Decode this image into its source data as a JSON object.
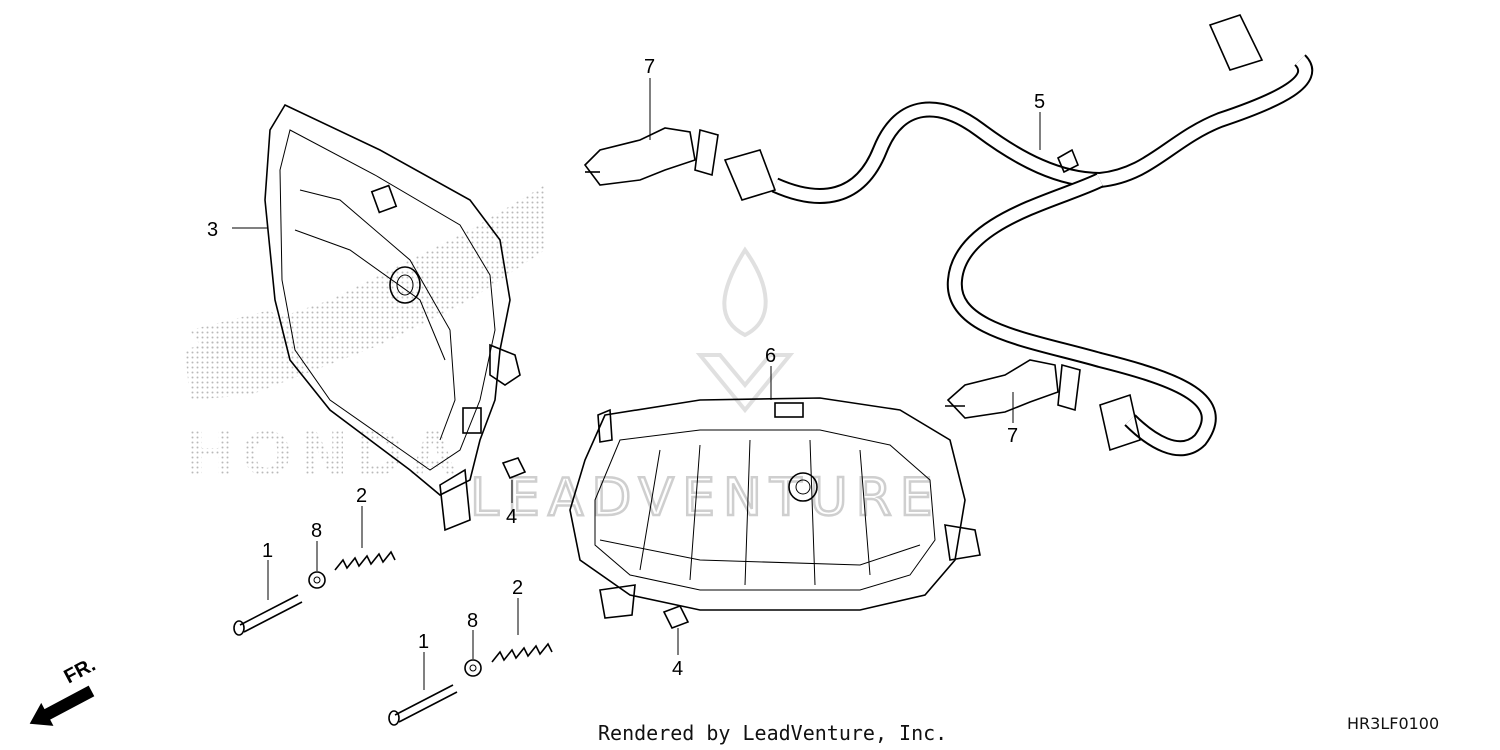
{
  "callouts": {
    "c1a": "1",
    "c1b": "1",
    "c2a": "2",
    "c2b": "2",
    "c3": "3",
    "c4a": "4",
    "c4b": "4",
    "c5": "5",
    "c6": "6",
    "c7a": "7",
    "c7b": "7",
    "c8a": "8",
    "c8b": "8"
  },
  "front_label": "FR.",
  "watermark_text": "LEADVENTURE",
  "brand_watermark_text": "HONDA",
  "footer": {
    "rendered_by": "Rendered by LeadVenture, Inc."
  },
  "diagram_code": "HR3LF0100",
  "colors": {
    "line": "#000000",
    "watermark": "#cfcfcf",
    "background": "#ffffff"
  }
}
